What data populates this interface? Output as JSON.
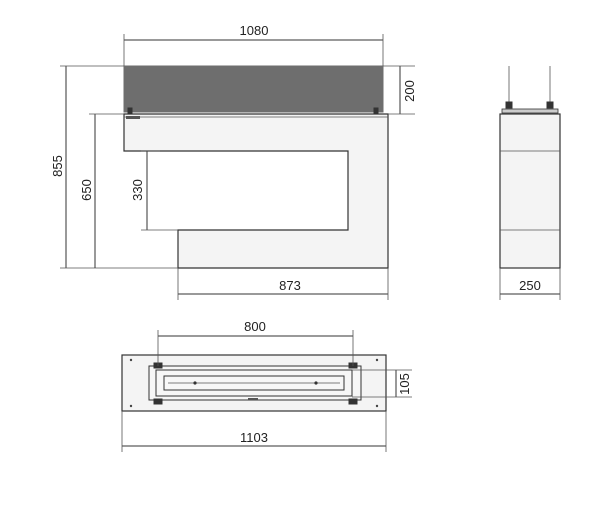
{
  "drawing": {
    "front_view": {
      "width_top": "1080",
      "glass_height": "200",
      "total_height": "855",
      "body_height": "650",
      "opening_height": "330",
      "base_width": "873"
    },
    "side_view": {
      "depth": "250"
    },
    "top_view": {
      "burner_length": "800",
      "depth": "105",
      "total_width": "1103"
    }
  },
  "colors": {
    "glass": "#6e6e6e",
    "body": "#f4f4f4",
    "outline": "#333333"
  }
}
